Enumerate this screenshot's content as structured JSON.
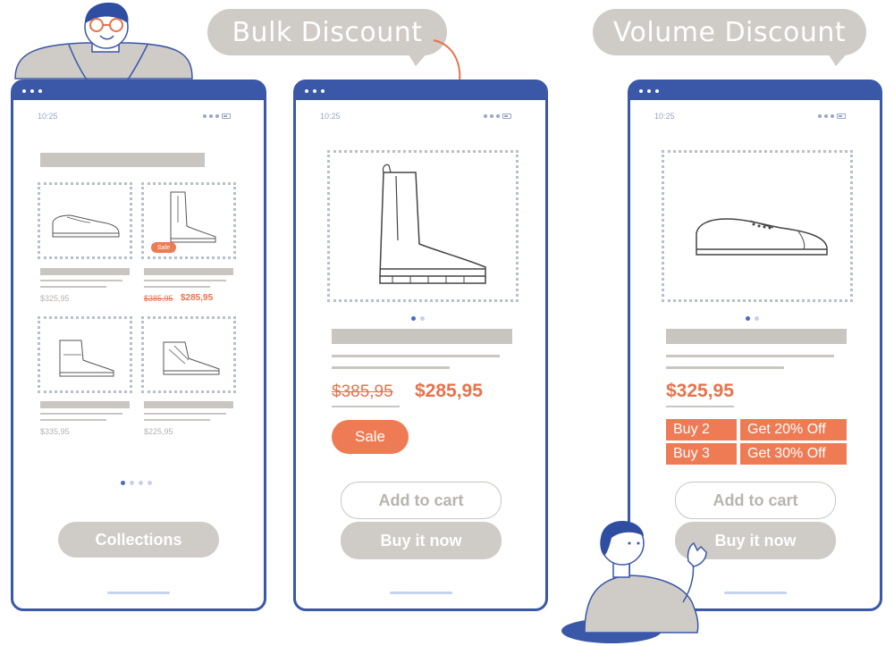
{
  "bubbles": {
    "bulk": "Bulk Discount",
    "volume": "Volume Discount"
  },
  "colors": {
    "phone_frame": "#3a57a8",
    "accent": "#ef7b55",
    "placeholder_grey": "#c9c6c2",
    "bubble_grey": "#cfcbc6"
  },
  "phone1": {
    "time": "10:25",
    "products": [
      {
        "icon": "boat-shoe-icon",
        "price": "$325,95"
      },
      {
        "icon": "chelsea-boot-icon",
        "sale_tag": "Sale",
        "old_price": "$385,95",
        "new_price": "$285,95"
      },
      {
        "icon": "ankle-boot-icon",
        "price": "$335,95"
      },
      {
        "icon": "sneaker-icon",
        "price": "$225,95"
      }
    ],
    "collections_button": "Collections"
  },
  "phone2": {
    "time": "10:25",
    "product_icon": "chelsea-boot-icon",
    "old_price": "$385,95",
    "new_price": "$285,95",
    "sale_button": "Sale",
    "add_to_cart": "Add to cart",
    "buy_now": "Buy it now"
  },
  "phone3": {
    "time": "10:25",
    "product_icon": "oxford-shoe-icon",
    "price": "$325,95",
    "tiers": [
      {
        "qty": "Buy 2",
        "offer": "Get 20% Off"
      },
      {
        "qty": "Buy 3",
        "offer": "Get 30% Off"
      }
    ],
    "add_to_cart": "Add to cart",
    "buy_now": "Buy it now"
  }
}
